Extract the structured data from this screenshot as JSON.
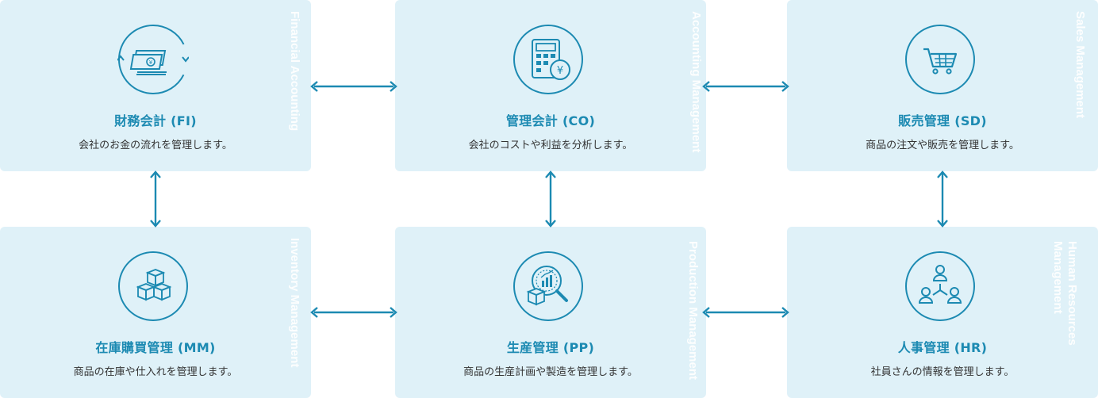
{
  "colors": {
    "card_bg": "#dff1f8",
    "accent": "#1c8ab2",
    "text": "#333333",
    "vertical_label": "#ffffff"
  },
  "modules": [
    {
      "title": "財務会計 (FI)",
      "description": "会社のお金の流れを管理します。",
      "english_label": "Financial Accounting",
      "icon": "yen-banknotes-icon"
    },
    {
      "title": "管理会計 (CO)",
      "description": "会社のコストや利益を分析します。",
      "english_label": "Accounting Management",
      "icon": "calculator-yen-icon"
    },
    {
      "title": "販売管理 (SD)",
      "description": "商品の注文や販売を管理します。",
      "english_label": "Sales Management",
      "icon": "shopping-cart-icon"
    },
    {
      "title": "在庫購買管理 (MM)",
      "description": "商品の在庫や仕入れを管理します。",
      "english_label": "Inventory Management",
      "icon": "stacked-boxes-icon"
    },
    {
      "title": "生産管理 (PP)",
      "description": "商品の生産計画や製造を管理します。",
      "english_label": "Production Management",
      "icon": "magnifier-chart-box-icon"
    },
    {
      "title": "人事管理 (HR)",
      "description": "社員さんの情報を管理します。",
      "english_label": "Human Resources\nManagement",
      "icon": "people-hierarchy-icon"
    }
  ]
}
